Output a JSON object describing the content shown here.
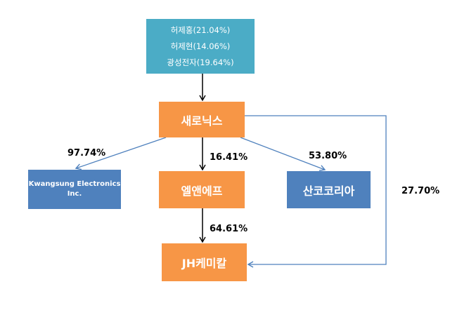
{
  "shareholders": {
    "lines": [
      "허제홍(21.04%)",
      "허제현(14.06%)",
      "광성전자(19.64%)"
    ]
  },
  "entities": {
    "saeronix": "새로닉스",
    "kwangsung": "Kwangsung Electronics Inc.",
    "elaenef": "엘앤에프",
    "sanco_korea": "산코코리아",
    "jh_chemical": "JH케미칼"
  },
  "ownership": {
    "saeronix_to_kwangsung": "97.74%",
    "saeronix_to_elaenef": "16.41%",
    "saeronix_to_sanco": "53.80%",
    "elaenef_to_jh": "64.61%",
    "saeronix_to_jh": "27.70%"
  },
  "colors": {
    "teal": "#4bacc6",
    "orange": "#f79646",
    "blue": "#4f81bd",
    "connector_blue": "#4f81bd",
    "arrow_black": "#000000"
  }
}
